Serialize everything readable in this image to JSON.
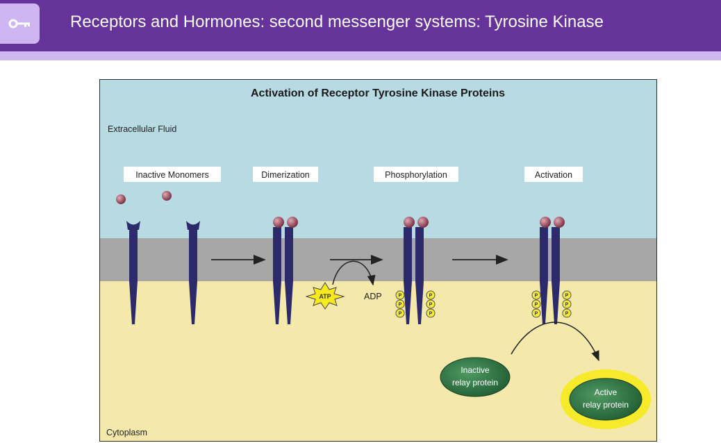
{
  "header": {
    "title": "Receptors and Hormones: second messenger systems: Tyrosine Kinase",
    "icon": "key-icon",
    "background_color": "#66339a",
    "accent_color": "#ceb6f3"
  },
  "figure": {
    "title": "Activation of Receptor Tyrosine Kinase Proteins",
    "regions": {
      "extracellular": "Extracellular Fluid",
      "cytoplasm": "Cytoplasm"
    },
    "stages": [
      "Inactive Monomers",
      "Dimerization",
      "Phosphorylation",
      "Activation"
    ],
    "atp_label": "ATP",
    "adp_label": "ADP",
    "phosphate_label": "P",
    "inactive_protein": [
      "Inactive",
      "relay protein"
    ],
    "active_protein": [
      "Active",
      "relay protein"
    ],
    "colors": {
      "extracellular": "#b8dbe3",
      "membrane": "#a7a7a7",
      "cytoplasm": "#f4e9ab",
      "receptor": "#2c2a6b",
      "ligand": "#9e4f5e",
      "phosphate": "#f3ea3d",
      "relay_protein": "#2f7a45",
      "active_glow": "#f6ea2a"
    }
  }
}
